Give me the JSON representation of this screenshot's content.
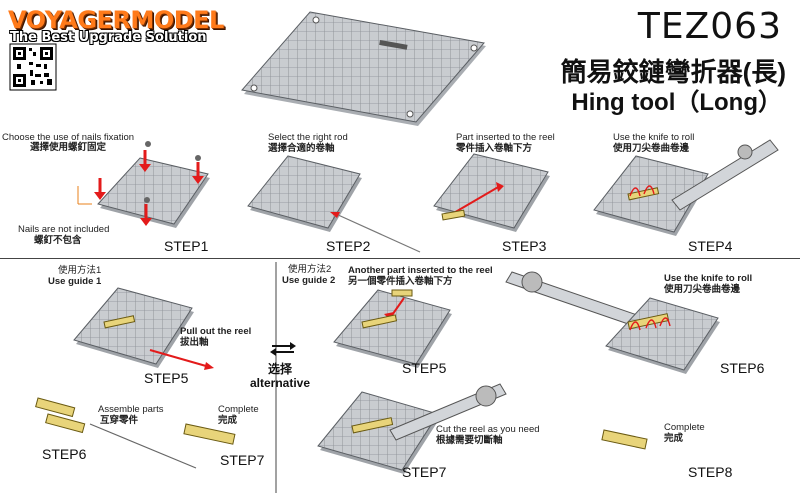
{
  "header": {
    "brand": "VOYAGERMODEL",
    "registered": "®",
    "tagline": "The Best Upgrade Solution",
    "product_code": "TEZ063",
    "title_cn": "簡易鉸鏈彎折器(長)",
    "title_en": "Hing tool（Long）"
  },
  "top_steps": {
    "step1": {
      "label": "STEP1",
      "note_en": "Choose the use of nails fixation",
      "note_cn": "選擇使用螺釘固定",
      "nails_en": "Nails are not included",
      "nails_cn": "螺釘不包含"
    },
    "step2": {
      "label": "STEP2",
      "note_en": "Select the right rod",
      "note_cn": "選擇合適的卷軸"
    },
    "step3": {
      "label": "STEP3",
      "note_en": "Part inserted to the reel",
      "note_cn": "零件插入卷軸下方"
    },
    "step4": {
      "label": "STEP4",
      "note_en": "Use the knife to roll",
      "note_cn": "使用刀尖卷曲卷邊"
    }
  },
  "guide1": {
    "title_cn": "使用方法1",
    "title_en": "Use guide 1",
    "pull_en": "Pull out the reel",
    "pull_cn": "拔出軸",
    "step5": "STEP5",
    "assemble_en": "Assemble parts",
    "assemble_cn": "互穿零件",
    "complete_en": "Complete",
    "complete_cn": "完成",
    "step6": "STEP6",
    "step7": "STEP7"
  },
  "alternative": {
    "cn": "选择",
    "en": "alternative"
  },
  "guide2": {
    "title_cn": "使用方法2",
    "title_en": "Use guide 2",
    "another_en": "Another part inserted to the reel",
    "another_cn": "另一個零件插入卷軸下方",
    "step5": "STEP5",
    "knife_en": "Use the knife to roll",
    "knife_cn": "使用刀尖卷曲卷邊",
    "step6": "STEP6",
    "cut_en": "Cut the reel as you need",
    "cut_cn": "根據需要切斷軸",
    "step7": "STEP7",
    "complete_en": "Complete",
    "complete_cn": "完成",
    "step8": "STEP8"
  }
}
